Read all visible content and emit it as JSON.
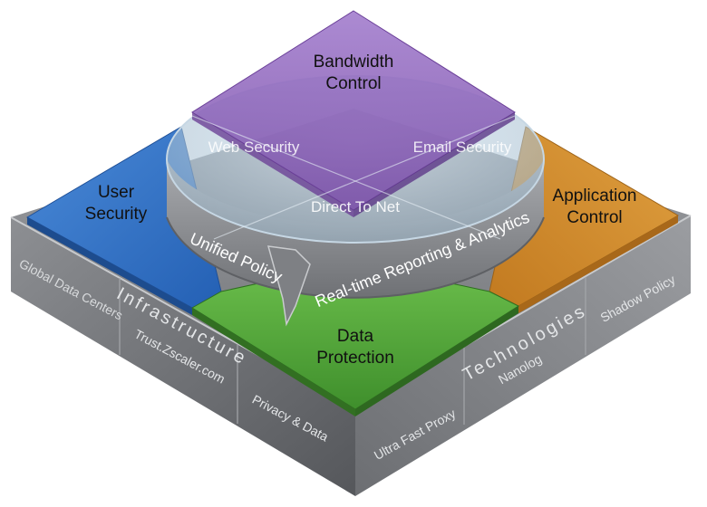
{
  "quadrants": {
    "top": {
      "line1": "Bandwidth",
      "line2": "Control"
    },
    "left": {
      "line1": "User",
      "line2": "Security"
    },
    "right": {
      "line1": "Application",
      "line2": "Control"
    },
    "bottom": {
      "line1": "Data",
      "line2": "Protection"
    }
  },
  "disc": {
    "web_security": "Web Security",
    "email_security": "Email Security",
    "direct_to_net": "Direct To Net",
    "unified_policy": "Unified Policy",
    "reporting": "Real-time Reporting & Analytics"
  },
  "base_left": {
    "heading": "Infrastructure",
    "global_data_centers": "Global Data Centers",
    "trust": "Trust.Zscaler.com",
    "privacy": "Privacy & Data"
  },
  "base_right": {
    "heading": "Technologies",
    "nanolog": "Nanolog",
    "shadow_policy": "Shadow Policy",
    "ultra_fast_proxy": "Ultra Fast Proxy"
  },
  "colors": {
    "purple": "#8a5cb6",
    "blue": "#2f6fc4",
    "orange": "#d38a2a",
    "green": "#4f9f3a",
    "base_gray": "#7a7c80",
    "ring_gray": "#8c8e92"
  }
}
